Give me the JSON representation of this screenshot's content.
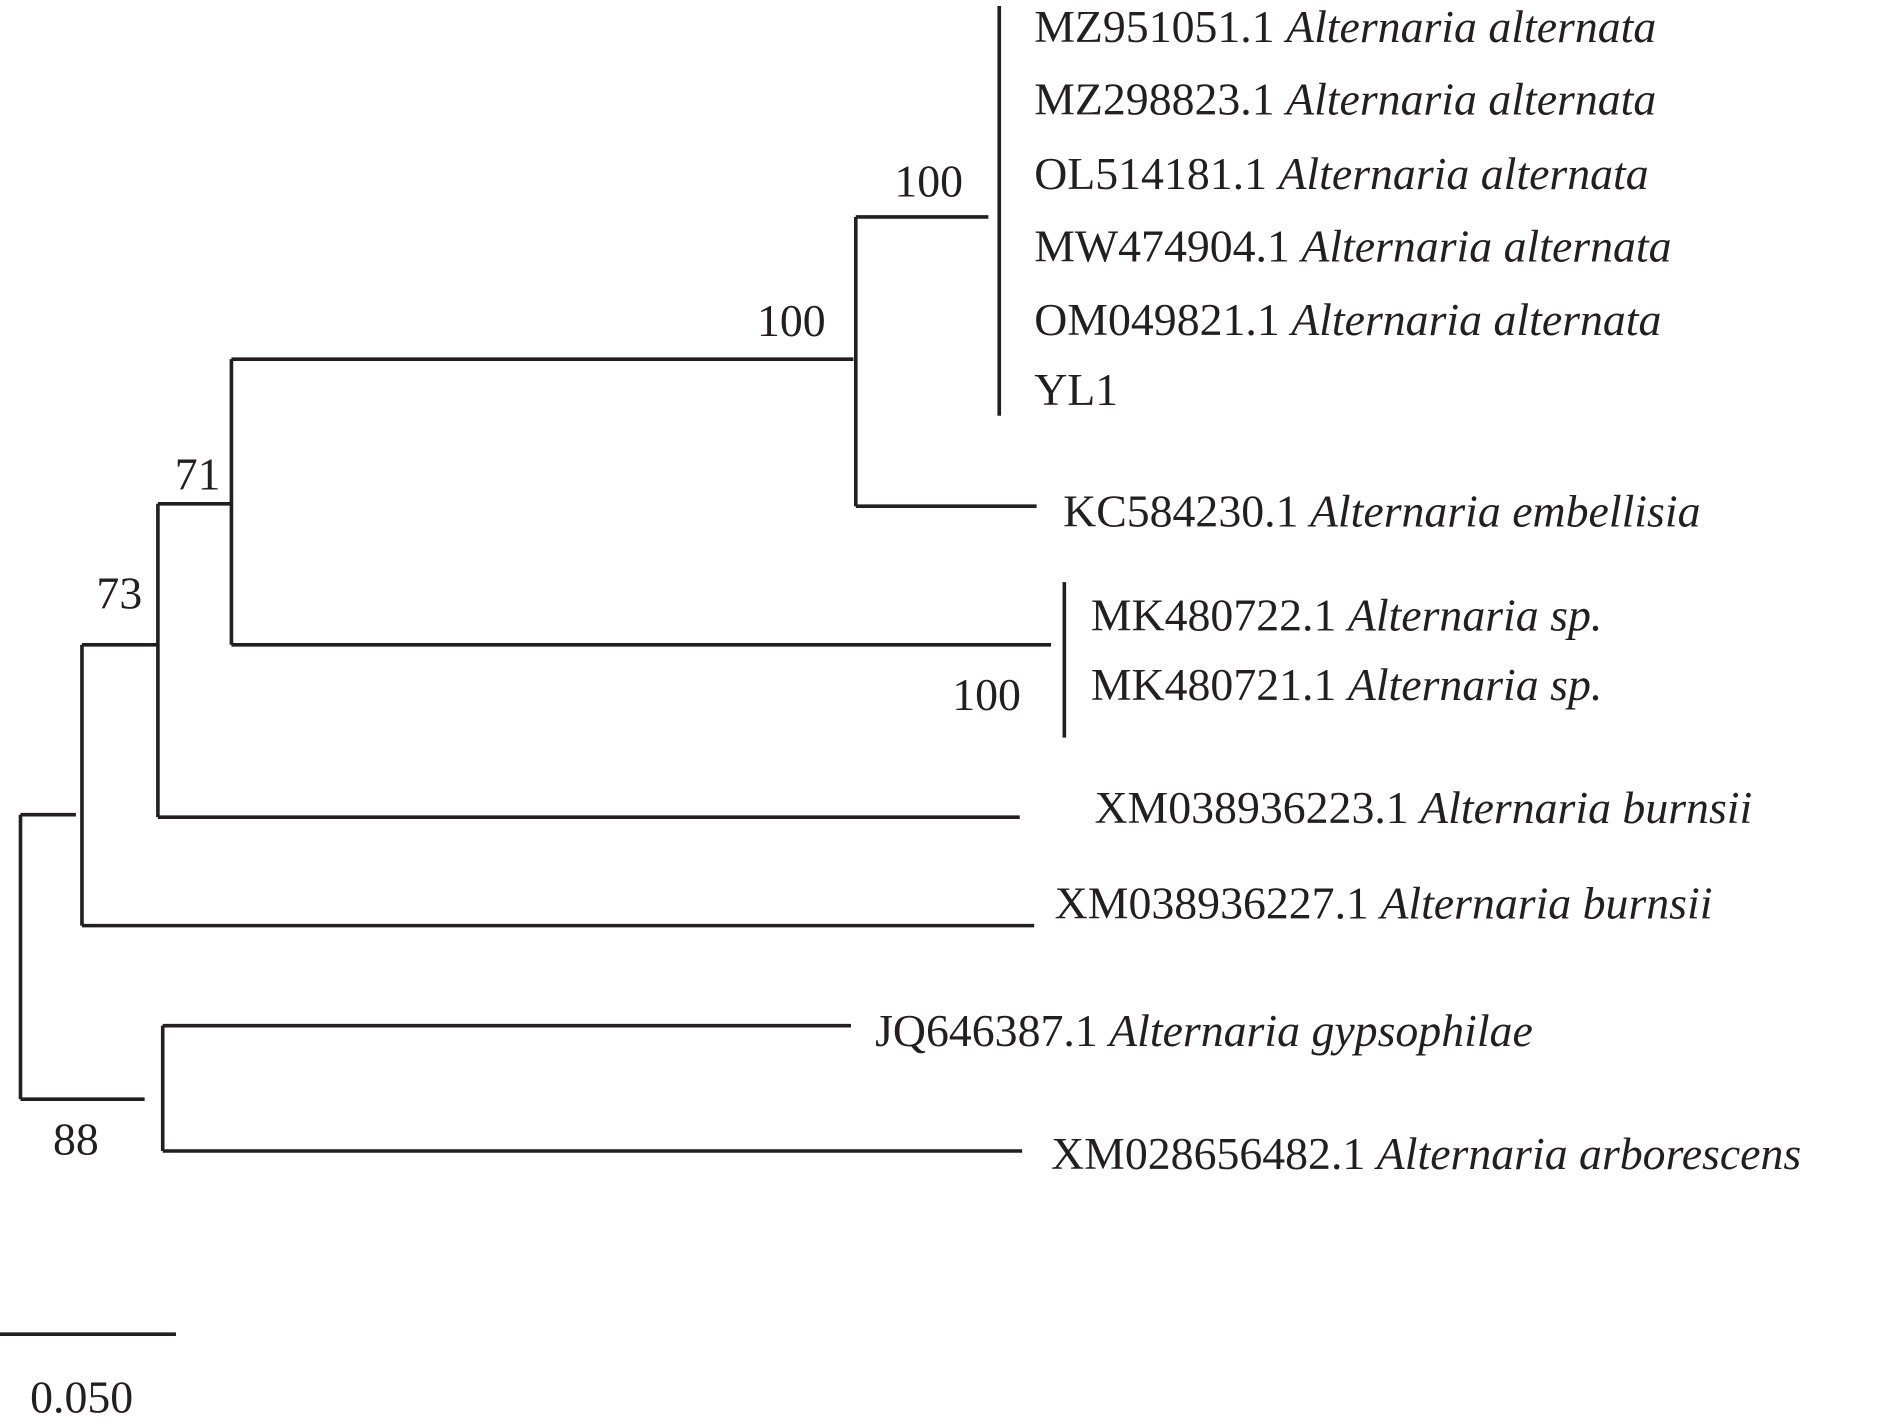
{
  "tree": {
    "taxa": [
      {
        "accession": "MZ951051.1",
        "species": "Alternaria alternata"
      },
      {
        "accession": "MZ298823.1",
        "species": "Alternaria alternata"
      },
      {
        "accession": "OL514181.1",
        "species": "Alternaria alternata"
      },
      {
        "accession": "MW474904.1",
        "species": "Alternaria alternata"
      },
      {
        "accession": "OM049821.1",
        "species": "Alternaria alternata"
      },
      {
        "accession": "YL1",
        "species": ""
      },
      {
        "accession": "KC584230.1",
        "species": "Alternaria embellisia"
      },
      {
        "accession": "MK480722.1",
        "species": "Alternaria sp."
      },
      {
        "accession": "MK480721.1",
        "species": "Alternaria sp."
      },
      {
        "accession": "XM038936223.1",
        "species": "Alternaria burnsii"
      },
      {
        "accession": "XM038936227.1",
        "species": "Alternaria burnsii"
      },
      {
        "accession": "JQ646387.1",
        "species": "Alternaria gypsophilae"
      },
      {
        "accession": "XM028656482.1",
        "species": "Alternaria arborescens"
      }
    ],
    "bootstrap": {
      "alternata_clade": "100",
      "alternata_embellisia": "100",
      "sp_clade": "100",
      "node_71": "71",
      "node_73": "73",
      "root_88": "88"
    },
    "scale_bar": "0.050"
  }
}
